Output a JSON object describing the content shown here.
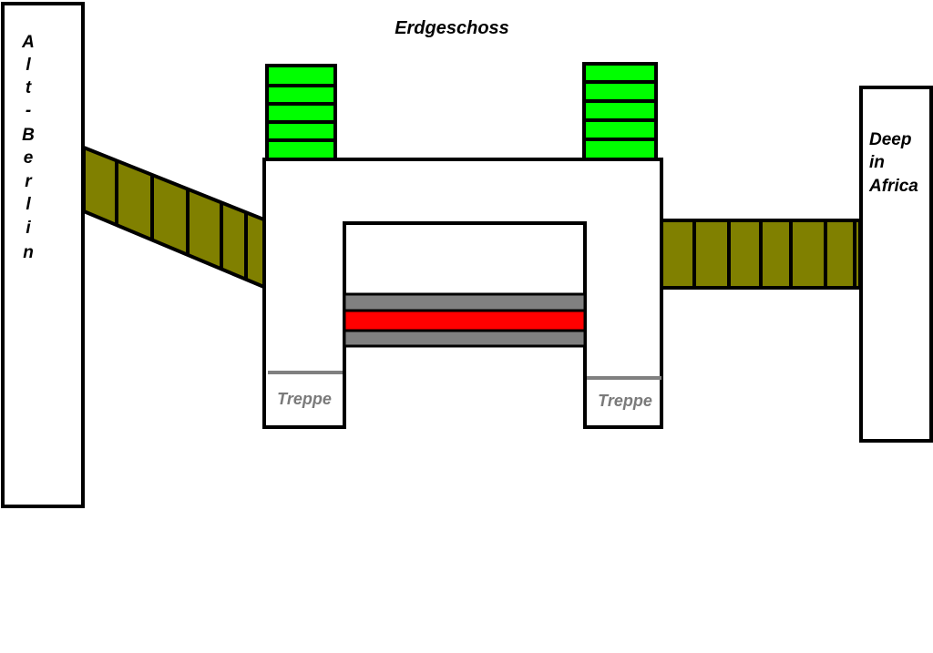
{
  "title": "Erdgeschoss",
  "left_building": {
    "letters": [
      "A",
      "l",
      "t",
      "-",
      "B",
      "e",
      "r",
      "l",
      "i",
      "n"
    ]
  },
  "right_building": {
    "lines": [
      "Deep",
      "in",
      "Africa"
    ]
  },
  "stairs": {
    "left_label": "Treppe",
    "right_label": "Treppe"
  },
  "colors": {
    "outline": "#000000",
    "bridge": "#808000",
    "green_steps": "#00ff00",
    "red_bar": "#ff0000",
    "gray_bar": "#808080",
    "treppe_text": "#7a7a7a"
  }
}
